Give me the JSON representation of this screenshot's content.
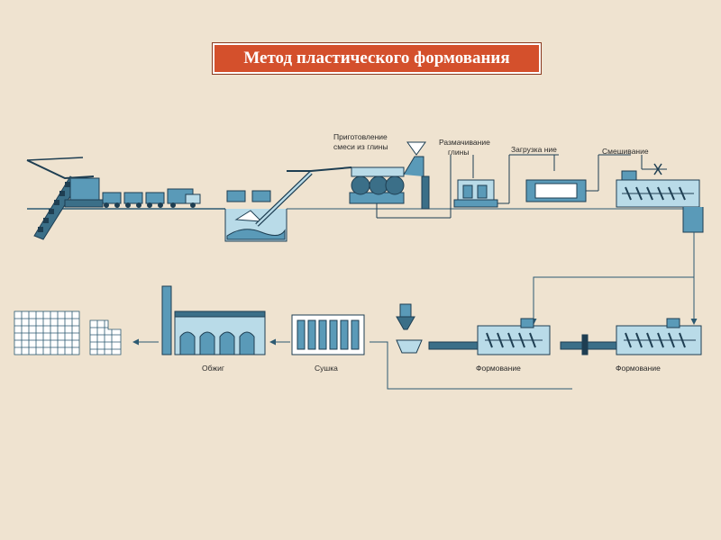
{
  "title": "Метод пластического формования",
  "colors": {
    "accent": "#d4502c",
    "background": "#efe3d0",
    "machine": "#5a9ab8",
    "machine_light": "#b9dbe8",
    "line": "#2c5a72"
  },
  "labels": {
    "preparation_line1": "Приготовление",
    "preparation_line2": "смеси из глины",
    "grinding_line1": "Размачивание",
    "grinding_line2": "глины",
    "dosing": "Загрузка ние",
    "mixing": "Смешивание",
    "forming_left": "Формование",
    "forming_right": "Формование",
    "drying": "Сушка",
    "firing": "Обжиг"
  }
}
